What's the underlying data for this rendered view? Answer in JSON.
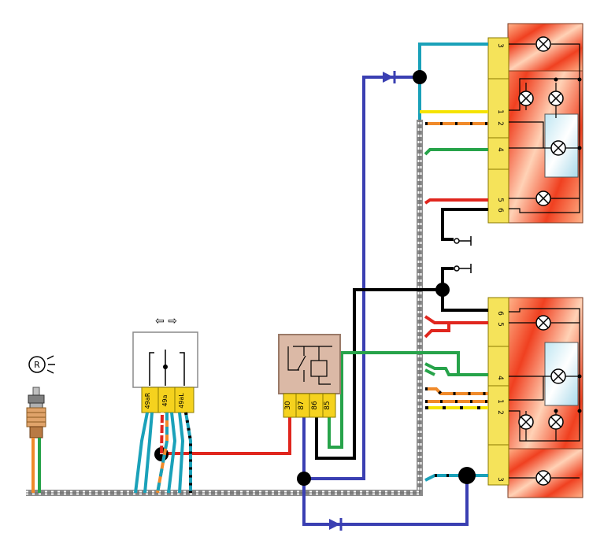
{
  "arrows_symbol": "⇦ ⇨",
  "reverse_symbol": "R",
  "icons": [
    "reverse-light-icon",
    "turn-arrows-icon",
    "lamp-icon",
    "diode-icon",
    "switch-icon"
  ],
  "switch_unit": {
    "pins": [
      "49aR",
      "49a",
      "49aL"
    ]
  },
  "relay": {
    "pins": [
      "30",
      "87",
      "86",
      "85"
    ]
  },
  "upper_lamp_block": {
    "pins": [
      "3",
      "1",
      "2",
      "4",
      "5",
      "6"
    ]
  },
  "lower_lamp_block": {
    "pins": [
      "6",
      "5",
      "4",
      "1",
      "2",
      "3"
    ]
  },
  "colors": {
    "teal": "#1aa1b9",
    "blue": "#3a3fb2",
    "black": "#000000",
    "red": "#e0261e",
    "green": "#27a34a",
    "yellow": "#f5e300",
    "orange": "#f08a2a",
    "connector": "#f5d21e"
  }
}
